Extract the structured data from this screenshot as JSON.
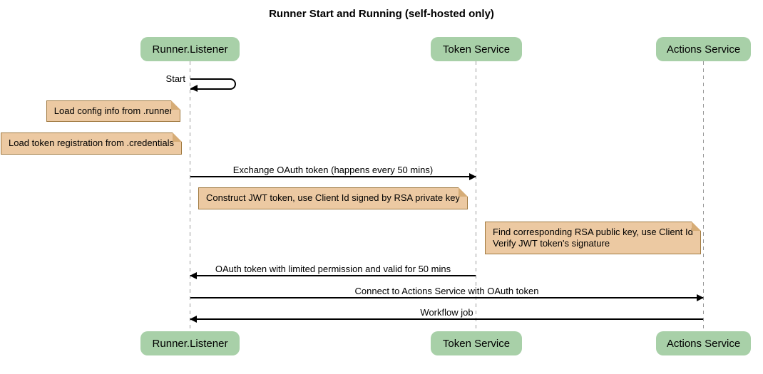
{
  "title": "Runner Start and Running (self-hosted only)",
  "actors": [
    {
      "name": "Runner.Listener"
    },
    {
      "name": "Token Service"
    },
    {
      "name": "Actions Service"
    }
  ],
  "self_message": {
    "label": "Start",
    "actor": "Runner.Listener"
  },
  "messages": [
    {
      "label": "Exchange OAuth token (happens every 50 mins)",
      "from": "Runner.Listener",
      "to": "Token Service",
      "direction": "right"
    },
    {
      "label": "OAuth token with limited permission and valid for 50 mins",
      "from": "Token Service",
      "to": "Runner.Listener",
      "direction": "left"
    },
    {
      "label": "Connect to Actions Service with OAuth token",
      "from": "Runner.Listener",
      "to": "Actions Service",
      "direction": "right"
    },
    {
      "label": "Workflow job",
      "from": "Actions Service",
      "to": "Runner.Listener",
      "direction": "left"
    }
  ],
  "notes": [
    {
      "text": "Load config info from .runner"
    },
    {
      "text": "Load token registration from .credentials"
    },
    {
      "text": "Construct JWT token, use Client Id signed by RSA private key"
    },
    {
      "lines": [
        "Find corresponding RSA public key, use Client Id",
        "Verify JWT token's signature"
      ]
    }
  ],
  "colors": {
    "actor_fill": "#a8d0a8",
    "note_fill": "#ecc9a2",
    "note_border": "#a0793f",
    "note_fold": "#d6ac76",
    "lifeline": "#9a9a9a",
    "message_line": "#000000",
    "background": "#ffffff"
  }
}
